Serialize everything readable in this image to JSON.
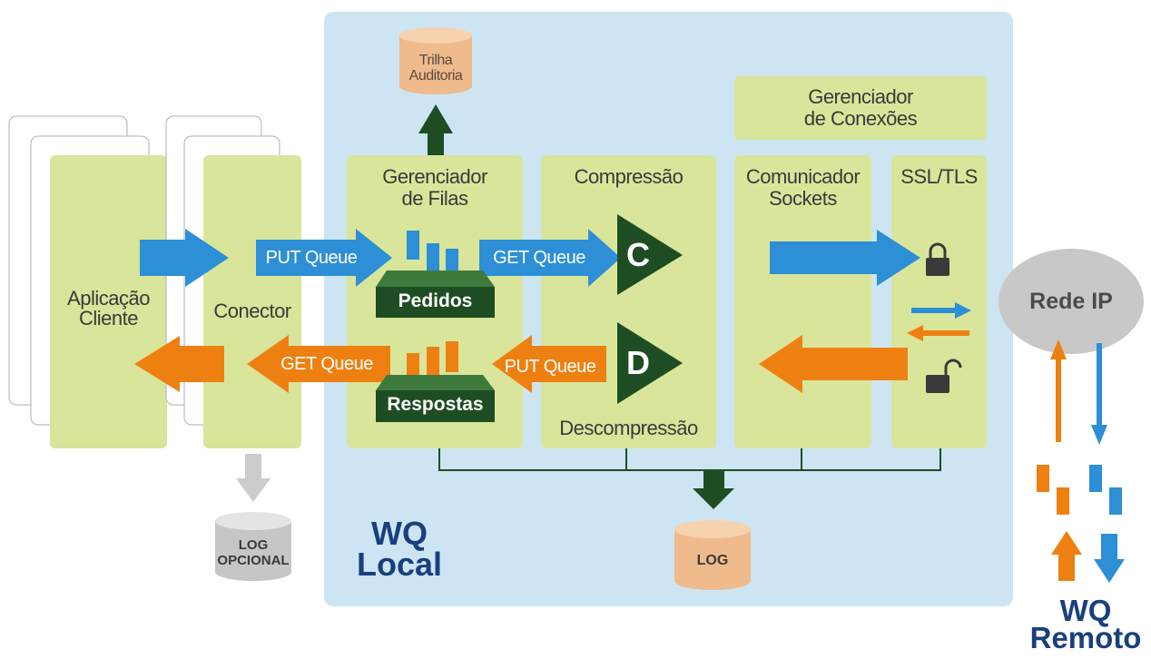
{
  "client": {
    "label": "Aplicação\nCliente"
  },
  "connector": {
    "label": "Conector"
  },
  "queue_manager": {
    "title": "Gerenciador\nde Filas"
  },
  "compression": {
    "title": "Compressão",
    "bottom": "Descompressão",
    "c": "C",
    "d": "D"
  },
  "connection_manager": {
    "title": "Gerenciador\nde Conexões"
  },
  "sockets": {
    "title": "Comunicador\nSockets"
  },
  "ssl": {
    "title": "SSL/TLS"
  },
  "trays": {
    "requests": "Pedidos",
    "responses": "Respostas"
  },
  "arrows": {
    "put_queue_in": "PUT Queue",
    "get_queue_out": "GET Queue",
    "get_queue_comp": "GET Queue",
    "put_queue_comp": "PUT Queue"
  },
  "storage": {
    "audit": "Trilha\nAuditoria",
    "log": "LOG",
    "log_optional": "LOG\nOPCIONAL"
  },
  "network": {
    "label": "Rede IP"
  },
  "wq_local": "WQ\nLocal",
  "wq_remote": "WQ\nRemoto",
  "colors": {
    "panel": "#cde5f3",
    "box": "#d9e59b",
    "dark_green": "#1e4d24",
    "blue": "#2d8fd6",
    "orange": "#ee8012",
    "cylinder": "#efbb8d",
    "gray": "#cccccc",
    "navy": "#1a3f7f"
  }
}
